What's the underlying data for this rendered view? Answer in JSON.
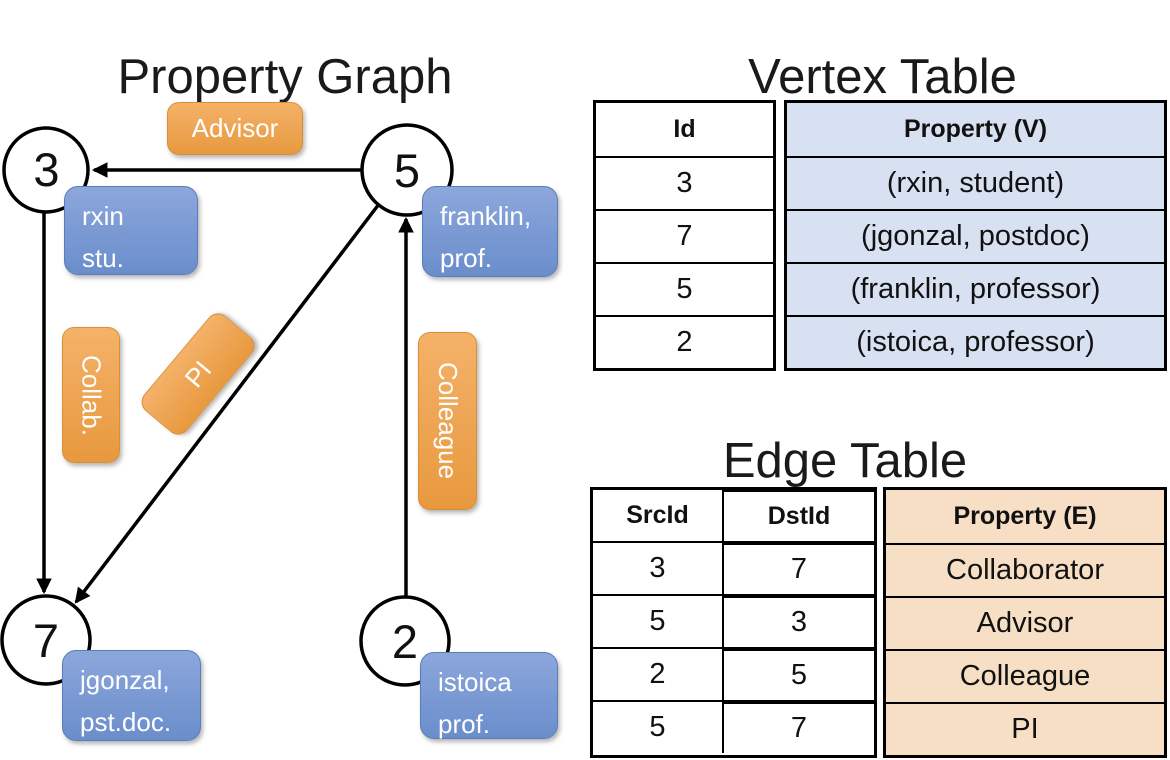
{
  "graph": {
    "title": "Property Graph",
    "nodes": [
      {
        "id": "3",
        "property_lines": [
          "rxin",
          "stu."
        ]
      },
      {
        "id": "5",
        "property_lines": [
          "franklin,",
          "prof."
        ]
      },
      {
        "id": "7",
        "property_lines": [
          "jgonzal,",
          "pst.doc."
        ]
      },
      {
        "id": "2",
        "property_lines": [
          "istoica",
          "prof."
        ]
      }
    ],
    "edge_labels": [
      {
        "label": "Advisor"
      },
      {
        "label": "Collab."
      },
      {
        "label": "PI"
      },
      {
        "label": "Colleague"
      }
    ]
  },
  "vertex_table": {
    "title": "Vertex Table",
    "columns": {
      "id": "Id",
      "property": "Property (V)"
    },
    "rows": [
      {
        "id": "3",
        "property": "(rxin, student)"
      },
      {
        "id": "7",
        "property": "(jgonzal, postdoc)"
      },
      {
        "id": "5",
        "property": "(franklin, professor)"
      },
      {
        "id": "2",
        "property": "(istoica, professor)"
      }
    ]
  },
  "edge_table": {
    "title": "Edge Table",
    "columns": {
      "src": "SrcId",
      "dst": "DstId",
      "property": "Property (E)"
    },
    "rows": [
      {
        "src": "3",
        "dst": "7",
        "property": "Collaborator"
      },
      {
        "src": "5",
        "dst": "3",
        "property": "Advisor"
      },
      {
        "src": "2",
        "dst": "5",
        "property": "Colleague"
      },
      {
        "src": "5",
        "dst": "7",
        "property": "PI"
      }
    ]
  },
  "colors": {
    "node_fill": "#FFFFFF",
    "line_stroke": "#000000",
    "edge_label_fill_top": "#F4B269",
    "edge_label_fill_bottom": "#E8993E",
    "vertex_label_fill_top": "#8CA7DB",
    "vertex_label_fill_bottom": "#6A8ECB",
    "vertex_table_fill": "#D8E1F2",
    "edge_table_fill": "#F6DFC4"
  }
}
